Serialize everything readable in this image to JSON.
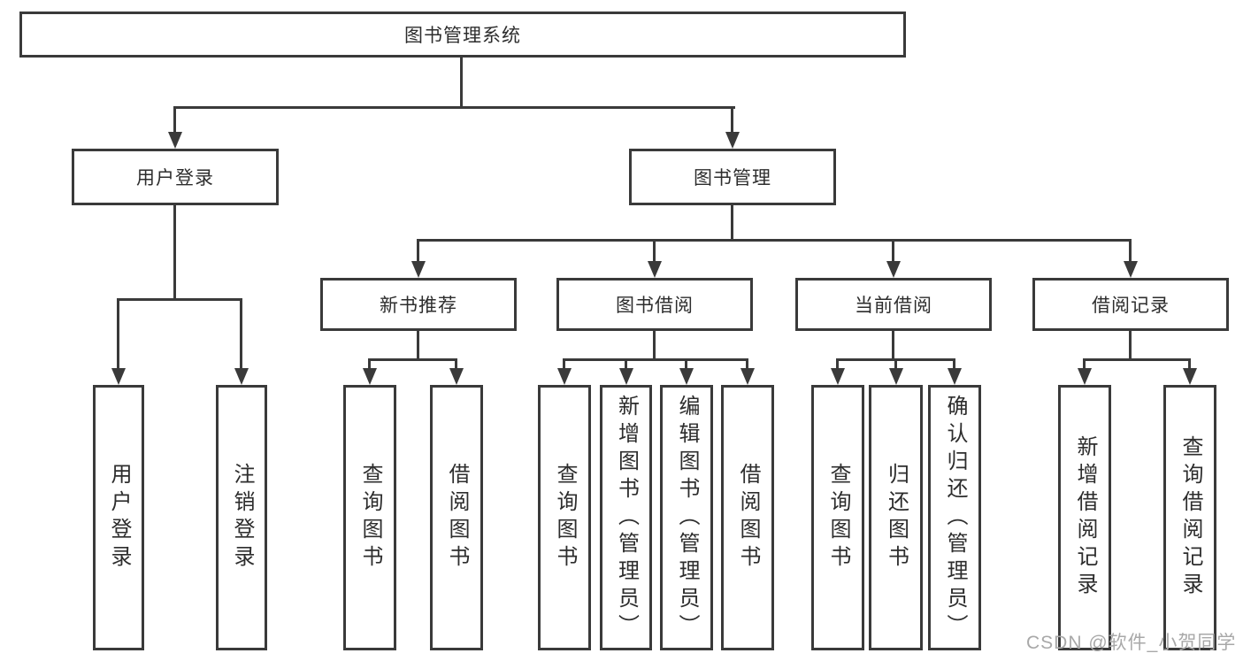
{
  "tree": {
    "root": {
      "label": "图书管理系统"
    },
    "branches": [
      {
        "label": "用户登录"
      },
      {
        "label": "图书管理"
      }
    ],
    "modules": [
      {
        "label": "新书推荐"
      },
      {
        "label": "图书借阅"
      },
      {
        "label": "当前借阅"
      },
      {
        "label": "借阅记录"
      }
    ],
    "leaves": [
      {
        "label": "用户登录"
      },
      {
        "label": "注销登录"
      },
      {
        "label": "查询图书"
      },
      {
        "label": "借阅图书"
      },
      {
        "label": "查询图书"
      },
      {
        "label": "新增图书（管理员）"
      },
      {
        "label": "编辑图书（管理员）"
      },
      {
        "label": "借阅图书"
      },
      {
        "label": "查询图书"
      },
      {
        "label": "归还图书"
      },
      {
        "label": "确认归还（管理员）"
      },
      {
        "label": "新增借阅记录"
      },
      {
        "label": "查询借阅记录"
      }
    ]
  },
  "watermark": {
    "text": "CSDN @软件_小贺同学"
  },
  "colors": {
    "line": "#3a3a3a",
    "text": "#2d2d2d",
    "box_fill": "#ffffff",
    "watermark": "#a8a8a8"
  }
}
